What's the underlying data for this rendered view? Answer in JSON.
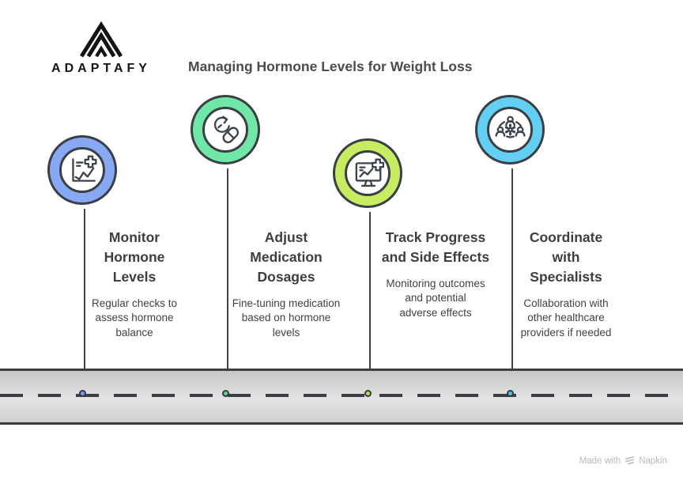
{
  "brand": {
    "name": "ADAPTAFY",
    "logo_icon": "mountain-peak-logo-icon"
  },
  "header": {
    "title": "Managing Hormone Levels for Weight Loss"
  },
  "steps": [
    {
      "title": "Monitor Hormone Levels",
      "description": "Regular checks to assess hormone balance",
      "ring_color": "#87a8f2",
      "dot_color": "#6f9df0",
      "icon": "hormone-chart-cross-icon"
    },
    {
      "title": "Adjust Medication Dosages",
      "description": "Fine-tuning medication based on hormone levels",
      "ring_color": "#70e7a7",
      "dot_color": "#52d893",
      "icon": "cycle-pill-icon"
    },
    {
      "title": "Track Progress and Side Effects",
      "description": "Monitoring outcomes and potential adverse effects",
      "ring_color": "#c7ec61",
      "dot_color": "#b5e44d",
      "icon": "monitor-chart-cross-icon"
    },
    {
      "title": "Coordinate with Specialists",
      "description": "Collaboration with other healthcare providers if needed",
      "ring_color": "#63cff2",
      "dot_color": "#4cc3ee",
      "icon": "team-collaboration-icon"
    }
  ],
  "timeline": {
    "stroke_color": "#3c4046"
  },
  "watermark": {
    "prefix": "Made with",
    "brand": "Napkin"
  }
}
